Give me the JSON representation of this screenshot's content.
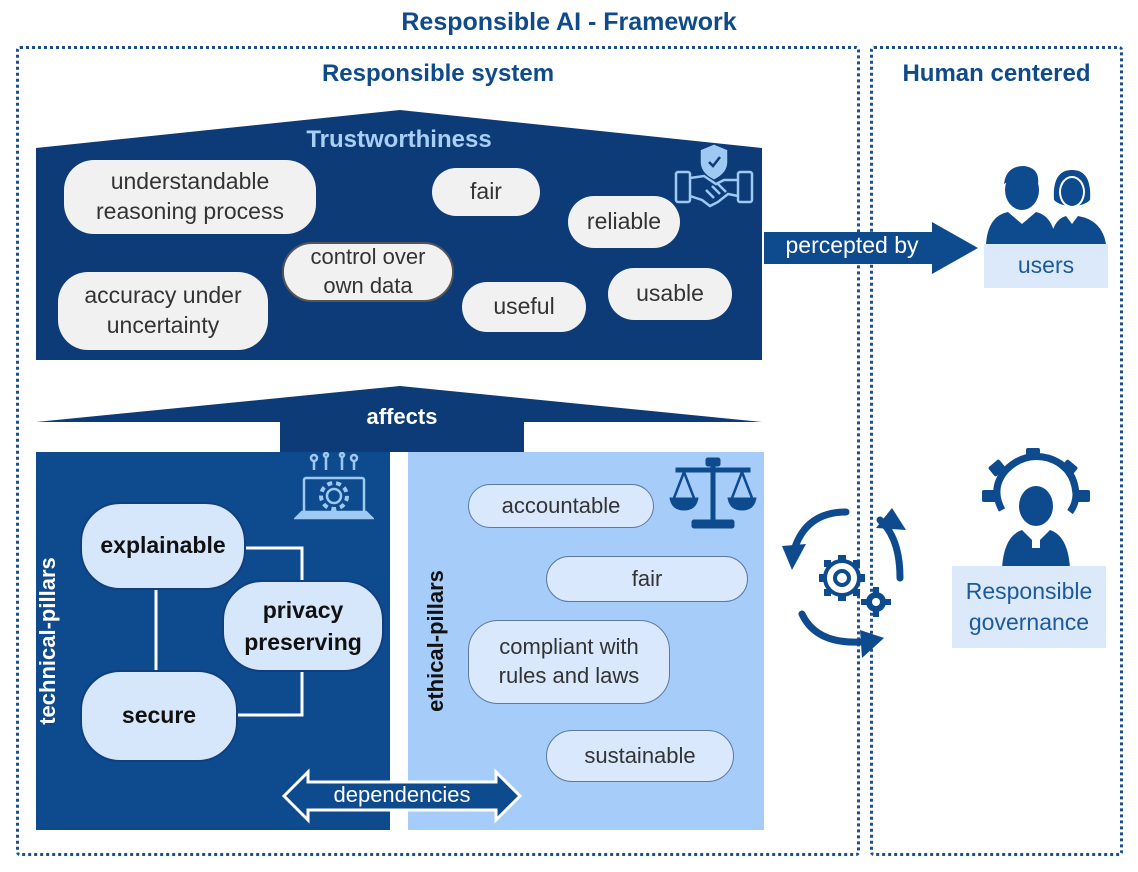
{
  "title": "Responsible AI - Framework",
  "responsible_system": {
    "title": "Responsible system",
    "trustworthiness": {
      "label": "Trustworthiness",
      "items": [
        "understandable reasoning process",
        "fair",
        "reliable",
        "control over own data",
        "accuracy under uncertainty",
        "useful",
        "usable"
      ]
    },
    "affects_label": "affects",
    "technical": {
      "label": "technical-pillars",
      "items": [
        "explainable",
        "privacy preserving",
        "secure"
      ]
    },
    "ethical": {
      "label": "ethical-pillars",
      "items": [
        "accountable",
        "fair",
        "compliant with rules and laws",
        "sustainable"
      ]
    },
    "dependencies_label": "dependencies"
  },
  "human_centered": {
    "title": "Human centered",
    "percepted_label": "percepted by",
    "users_label": "users",
    "governance_label": "Responsible governance"
  },
  "icons": [
    "handshake-shield-icon",
    "users-icon",
    "laptop-gear-icon",
    "scales-icon",
    "gear-cycle-icon",
    "governance-person-icon"
  ],
  "colors": {
    "dark_navy": "#0d3b78",
    "medium_navy": "#0e4a8e",
    "light_blue": "#a6cdf9",
    "accent_text": "#0f4a8a"
  }
}
